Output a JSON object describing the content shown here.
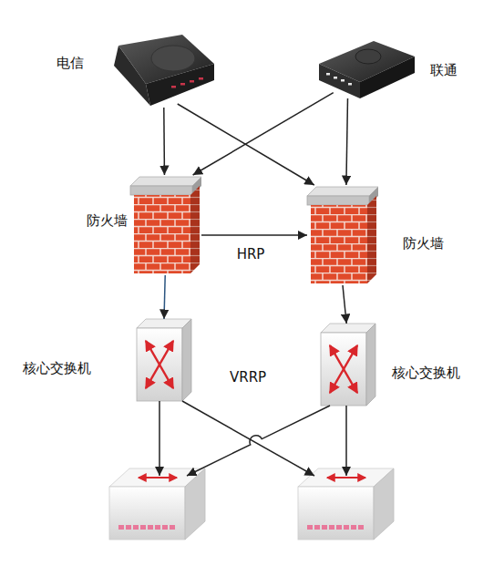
{
  "diagram": {
    "nodes": [
      {
        "text": [
          "电信"
        ]
      },
      {
        "text": [
          "联通"
        ]
      },
      {
        "text": [
          "防火墙"
        ]
      },
      {
        "text": [
          "防火墙"
        ]
      },
      {
        "text": [
          "核心交换机"
        ]
      },
      {
        "text": [
          "核心交换机"
        ]
      }
    ],
    "edges": [
      {
        "from": 0,
        "to": 2,
        "arrow": "to"
      },
      {
        "from": 0,
        "to": 3,
        "arrow": "to"
      },
      {
        "from": 1,
        "to": 2,
        "arrow": "to"
      },
      {
        "from": 1,
        "to": 3,
        "arrow": "to"
      },
      {
        "from": 2,
        "to": 3,
        "label": "HRP",
        "arrow": "to"
      },
      {
        "from": 2,
        "to": 4,
        "arrow": "to"
      },
      {
        "from": 3,
        "to": 5,
        "arrow": "to"
      }
    ],
    "labels": [
      "VRRP"
    ]
  }
}
